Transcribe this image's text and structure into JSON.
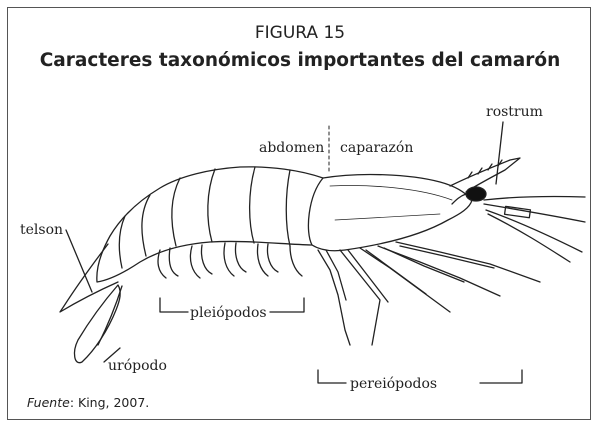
{
  "figure": {
    "number": "FIGURA 15",
    "title": "Caracteres taxonómicos importantes del camarón"
  },
  "labels": {
    "rostrum": "rostrum",
    "abdomen": "abdomen",
    "caparazon": "caparazón",
    "telson": "telson",
    "pleiopodos": "pleiópodos",
    "uropodo": "urópodo",
    "pereiopodos": "pereiópodos"
  },
  "source": {
    "prefix": "Fuente",
    "text": ": King, 2007."
  }
}
